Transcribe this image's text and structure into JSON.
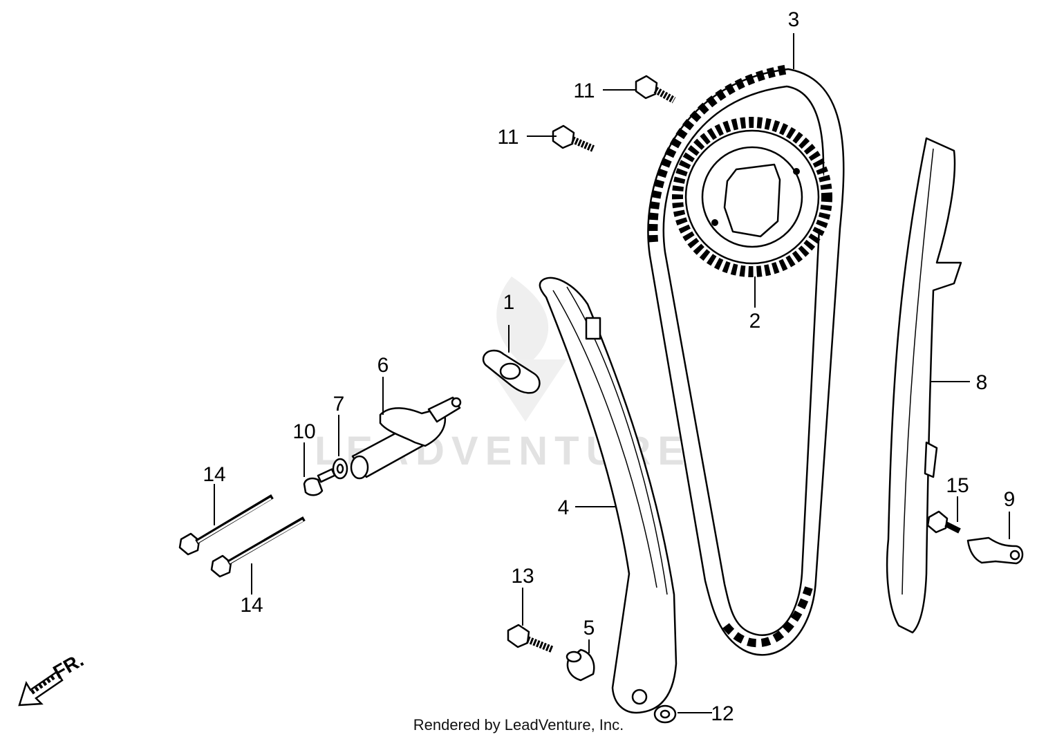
{
  "watermark": "LEADVENTURE",
  "credit": "Rendered by LeadVenture, Inc.",
  "direction_label": "FR.",
  "callouts": {
    "n1": "1",
    "n2": "2",
    "n3": "3",
    "n4": "4",
    "n5": "5",
    "n6": "6",
    "n7": "7",
    "n8": "8",
    "n9": "9",
    "n10": "10",
    "n11a": "11",
    "n11b": "11",
    "n12": "12",
    "n13": "13",
    "n14a": "14",
    "n14b": "14",
    "n15": "15"
  }
}
